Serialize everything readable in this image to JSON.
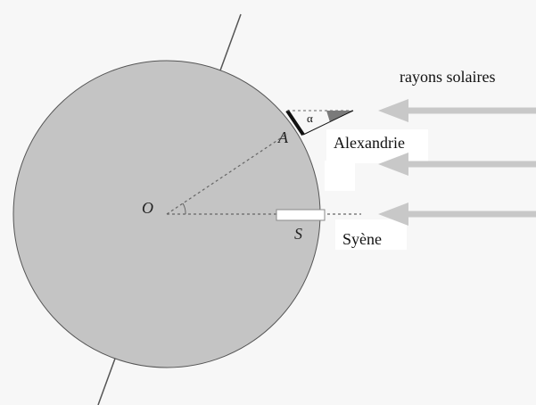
{
  "labels": {
    "sun_rays": "rayons solaires",
    "alexandria": "Alexandrie",
    "syene": "Syène",
    "center": "O",
    "point_a": "A",
    "point_s": "S",
    "angle": "α"
  },
  "colors": {
    "earth_fill": "#c4c4c4",
    "earth_stroke": "#555555",
    "arrow": "#c8c8c8",
    "page_bg": "#f7f7f7",
    "text": "#111111"
  },
  "icons": {
    "arrow": "left-arrow",
    "obelisk": "vertical-stick",
    "well": "white-rectangle"
  }
}
